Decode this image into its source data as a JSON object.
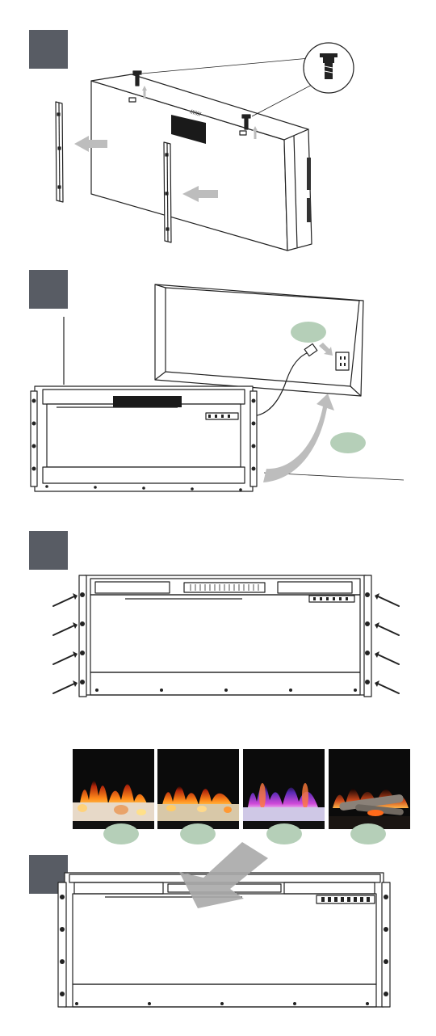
{
  "colors": {
    "step_badge": "#585c64",
    "line": "#222222",
    "arrow_gray": "#bdbdbd",
    "arrow_dark": "#9e9e9e",
    "green_pill": "#b5cfb8",
    "flame_bg": "#0b0b0b"
  },
  "steps": [
    {
      "name": "step-1",
      "icon": "remove-brackets-and-screws"
    },
    {
      "name": "step-2",
      "icon": "plug-in-and-insert"
    },
    {
      "name": "step-3",
      "icon": "screw-to-frame"
    },
    {
      "name": "step-4",
      "icon": "place-media-tray"
    }
  ],
  "ember_options": [
    {
      "name": "option-crystal-white",
      "icon": "white-crystals-flame"
    },
    {
      "name": "option-crystal-amber",
      "icon": "amber-crystals-flame"
    },
    {
      "name": "option-crystal-violet",
      "icon": "violet-crystals-flame"
    },
    {
      "name": "option-log-set",
      "icon": "log-set-flame"
    }
  ]
}
